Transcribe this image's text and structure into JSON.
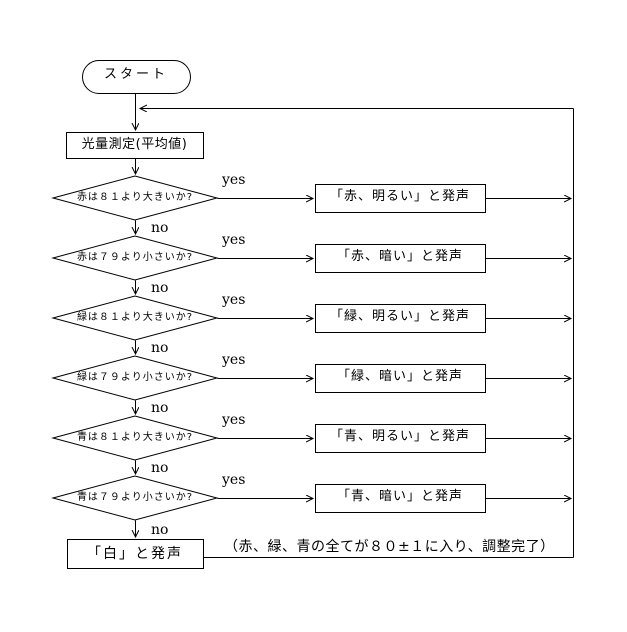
{
  "flowchart": {
    "title_meaning": "RGB light-level adjustment voice flowchart",
    "start_label": "スタート",
    "measure_label": "光量測定(平均値)",
    "yes_label": "yes",
    "no_label": "no",
    "rows": [
      {
        "condition": "赤は８１より大きいか?",
        "action": "「赤、明るい」と発声"
      },
      {
        "condition": "赤は７９より小さいか?",
        "action": "「赤、暗い」と発声"
      },
      {
        "condition": "緑は８１より大きいか?",
        "action": "「緑、明るい」と発声"
      },
      {
        "condition": "緑は７９より小さいか?",
        "action": "「緑、暗い」と発声"
      },
      {
        "condition": "青は８１より大きいか?",
        "action": "「青、明るい」と発声"
      },
      {
        "condition": "青は７９より小さいか?",
        "action": "「青、暗い」と発声"
      }
    ],
    "final_label": "「白」と発声",
    "annotation": "（赤、緑、青の全てが８０±１に入り、調整完了）",
    "colors": {
      "line": "#000000",
      "background": "#ffffff"
    }
  }
}
